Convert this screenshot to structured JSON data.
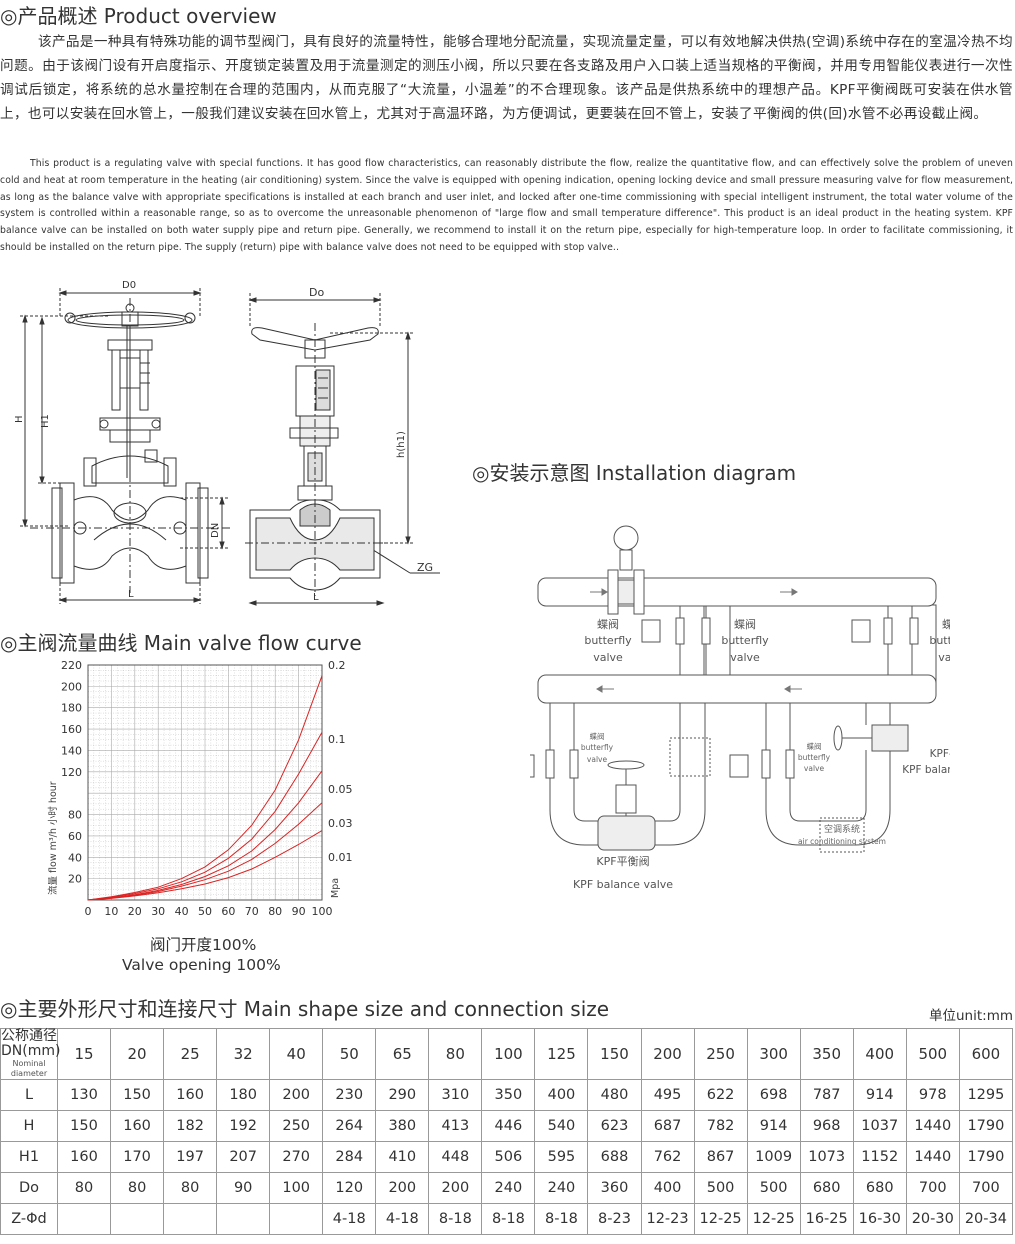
{
  "overview": {
    "title": "◎产品概述 Product overview",
    "cn_text": "该产品是一种具有特殊功能的调节型阀门，具有良好的流量特性，能够合理地分配流量，实现流量定量，可以有效地解决供热(空调)系统中存在的室温冷热不均问题。由于该阀门设有开启度指示、开度锁定装置及用于流量测定的测压小阀，所以只要在各支路及用户入口装上适当规格的平衡阀，并用专用智能仪表进行一次性调试后锁定，将系统的总水量控制在合理的范围内，从而克服了“大流量，小温差”的不合理现象。该产品是供热系统中的理想产品。KPF平衡阀既可安装在供水管上，也可以安装在回水管上，一般我们建议安装在回水管上，尤其对于高温环路，为方便调试，更要装在回不管上，安装了平衡阀的供(回)水管不必再设截止阀。",
    "en_text": "This product is a regulating valve with special functions. It has good flow characteristics, can reasonably distribute the flow, realize the quantitative flow, and can effectively solve the problem of uneven cold and heat at room temperature in the heating (air conditioning) system. Since the valve is equipped with opening indication, opening locking device and small pressure measuring valve for flow measurement, as long as the balance valve with appropriate specifications is installed at each branch and user inlet, and locked after one-time commissioning with special intelligent instrument, the total water volume of the system is controlled within a reasonable range, so as to overcome the unreasonable phenomenon of \"large flow and small temperature difference\". This product is an ideal product in the heating system. KPF balance valve can be installed on both water supply pipe and return pipe. Generally, we recommend to install it on the return pipe, especially for high-temperature loop. In order to facilitate commissioning, it should be installed on the return pipe. The supply (return) pipe with balance valve does not need to be equipped with stop valve.."
  },
  "drawing_labels": {
    "d0_left": "D0",
    "do_right": "Do",
    "h": "H",
    "h1": "H1",
    "dn": "DN",
    "l": "L",
    "h_h1": "h(h1)",
    "zg": "ZG"
  },
  "installation": {
    "title": "◎安装示意图 Installation diagram",
    "butterfly_cn": "蝶阀",
    "butterfly_en1": "butterfly",
    "butterfly_en2": "valve",
    "kpf_cn": "KPF平衡阀",
    "kpf_en": "KPF balance valve",
    "system_cn": "空调系统",
    "system_en": "air conditioning system"
  },
  "chart_data": {
    "type": "line",
    "title": "◎主阀流量曲线 Main valve flow curve",
    "xlabel_cn": "阀门开度100%",
    "xlabel_en": "Valve opening 100%",
    "ylabel": "流量 flow m³/h 小时 hour",
    "right_axis_label": "Mpa",
    "x_ticks": [
      0,
      10,
      20,
      30,
      40,
      50,
      60,
      70,
      80,
      90,
      100
    ],
    "y_ticks": [
      20,
      40,
      60,
      80,
      120,
      140,
      160,
      180,
      200,
      220
    ],
    "xlim": [
      0,
      100
    ],
    "ylim": [
      0,
      220
    ],
    "grid": true,
    "series": [
      {
        "name": "0.2",
        "x": [
          0,
          10,
          20,
          30,
          40,
          50,
          60,
          70,
          80,
          90,
          100
        ],
        "y": [
          0,
          3,
          7,
          12,
          20,
          31,
          47,
          70,
          103,
          150,
          210
        ]
      },
      {
        "name": "0.1",
        "x": [
          0,
          10,
          20,
          30,
          40,
          50,
          60,
          70,
          80,
          90,
          100
        ],
        "y": [
          0,
          2.5,
          6,
          10.5,
          17,
          26,
          39,
          57,
          83,
          118,
          157
        ]
      },
      {
        "name": "0.05",
        "x": [
          0,
          10,
          20,
          30,
          40,
          50,
          60,
          70,
          80,
          90,
          100
        ],
        "y": [
          0,
          2,
          5,
          9,
          14.5,
          22,
          32,
          46,
          66,
          91,
          121
        ]
      },
      {
        "name": "0.03",
        "x": [
          0,
          10,
          20,
          30,
          40,
          50,
          60,
          70,
          80,
          90,
          100
        ],
        "y": [
          0,
          1.8,
          4.5,
          8,
          13,
          19,
          27,
          38,
          53,
          71,
          91
        ]
      },
      {
        "name": "0.01",
        "x": [
          0,
          10,
          20,
          30,
          40,
          50,
          60,
          70,
          80,
          90,
          100
        ],
        "y": [
          0,
          1.5,
          3.8,
          6.8,
          10.5,
          15,
          21,
          29,
          40,
          52,
          65
        ]
      }
    ]
  },
  "table": {
    "title": "◎主要外形尺寸和连接尺寸 Main shape size and connection size",
    "unit": "单位unit:mm",
    "header_cn": "公称通径",
    "header_dn": "DN(mm)",
    "header_en1": "Nominal",
    "header_en2": "diameter",
    "columns": [
      "15",
      "20",
      "25",
      "32",
      "40",
      "50",
      "65",
      "80",
      "100",
      "125",
      "150",
      "200",
      "250",
      "300",
      "350",
      "400",
      "500",
      "600"
    ],
    "rows": [
      {
        "label": "L",
        "values": [
          "130",
          "150",
          "160",
          "180",
          "200",
          "230",
          "290",
          "310",
          "350",
          "400",
          "480",
          "495",
          "622",
          "698",
          "787",
          "914",
          "978",
          "1295"
        ]
      },
      {
        "label": "H",
        "values": [
          "150",
          "160",
          "182",
          "192",
          "250",
          "264",
          "380",
          "413",
          "446",
          "540",
          "623",
          "687",
          "782",
          "914",
          "968",
          "1037",
          "1440",
          "1790"
        ]
      },
      {
        "label": "H1",
        "values": [
          "160",
          "170",
          "197",
          "207",
          "270",
          "284",
          "410",
          "448",
          "506",
          "595",
          "688",
          "762",
          "867",
          "1009",
          "1073",
          "1152",
          "1440",
          "1790"
        ]
      },
      {
        "label": "Do",
        "values": [
          "80",
          "80",
          "80",
          "90",
          "100",
          "120",
          "200",
          "200",
          "240",
          "240",
          "360",
          "400",
          "500",
          "500",
          "680",
          "680",
          "700",
          "700"
        ]
      },
      {
        "label": "Z-Φd",
        "values": [
          "",
          "",
          "",
          "",
          "",
          "4-18",
          "4-18",
          "8-18",
          "8-18",
          "8-18",
          "8-23",
          "12-23",
          "12-25",
          "12-25",
          "16-25",
          "16-30",
          "20-30",
          "20-34"
        ]
      }
    ]
  }
}
